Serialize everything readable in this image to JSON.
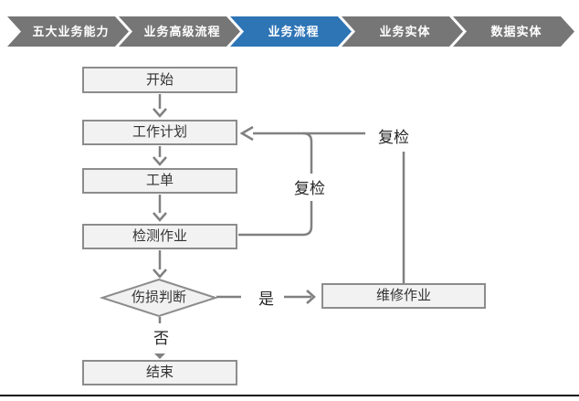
{
  "nav": {
    "items": [
      {
        "label": "五大业务能力",
        "active": false
      },
      {
        "label": "业务高级流程",
        "active": false
      },
      {
        "label": "业务流程",
        "active": true
      },
      {
        "label": "业务实体",
        "active": false
      },
      {
        "label": "数据实体",
        "active": false
      }
    ],
    "active_color": "#2E75B6",
    "inactive_color": "#767676"
  },
  "flowchart": {
    "nodes": {
      "start": "开始",
      "plan": "工作计划",
      "order": "工单",
      "inspect": "检测作业",
      "decision": "伤损判断",
      "repair": "维修作业",
      "end": "结束"
    },
    "labels": {
      "yes": "是",
      "no": "否",
      "recheck_inner": "复检",
      "recheck_outer": "复检"
    },
    "colors": {
      "node_fill": "#F2F2F2",
      "node_border": "#8C8C8C",
      "connector": "#808080",
      "text": "#333333"
    }
  }
}
